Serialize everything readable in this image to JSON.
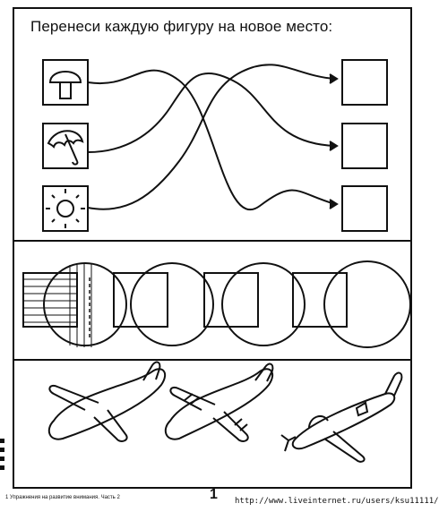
{
  "task": {
    "title": "Перенеси каждую фигуру на новое место:"
  },
  "section_1": {
    "source_icons": [
      "mushroom-icon",
      "umbrella-icon",
      "sun-icon"
    ],
    "target_box_count": 3
  },
  "section_2": {
    "shapes": [
      "striped-square-with-circle",
      "circle-square-pair",
      "circle-square-pair",
      "circle-square-pair"
    ]
  },
  "section_3": {
    "items": [
      "airplane-plain",
      "airplane-striped",
      "propeller-airplane"
    ]
  },
  "footer": {
    "caption": "1 Упражнения на развитие внимания. Часть 2",
    "page_number": "1",
    "url": "http://www.liveinternet.ru/users/ksu11111/"
  }
}
